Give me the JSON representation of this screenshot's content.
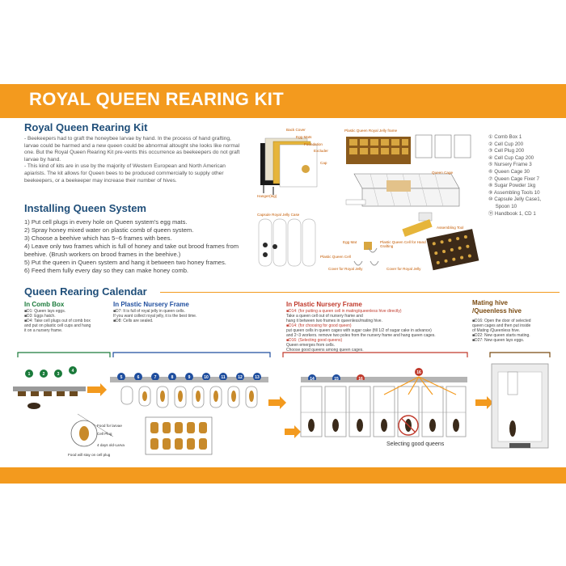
{
  "title": "ROYAL QUEEN REARING KIT",
  "kit": {
    "heading": "Royal Queen Rearing Kit",
    "paragraphs": [
      "- Beekeepers had to graft the honeybee larvae by hand. In the process of hand grafting, larvae could be harmed and a new queen could be abnormal altought she looks like normal one. But the Royal Queen Rearing Kit pre-vents this occurrence as beekeepers do not graft larvae by hand.",
      "- This kind of kits are in use by the majority of Western European and North American apiarists. The kit allows for Queen bees to be produced commercially to supply other beekeepers, or a beekeeper may increase their number of hives."
    ]
  },
  "install": {
    "heading": "Installing Queen System",
    "steps": [
      "1) Put cell plugs in every hole on Queen system's egg mats.",
      "2) Spray honey mixed water on plastic comb of queen system.",
      "3) Choose a beehive which has 5~6 frames with bees.",
      "4) Leave only two frames which is full of honey and take out brood frames from beehive. (Brush workers on brood frames in the beehive.)",
      "5) Put the queen in Queen system and hang it between two honey frames.",
      "6) Feed them fully every day so they can make honey comb."
    ]
  },
  "photo_labels": {
    "back_cover": "Back Cover",
    "egg_mats": "Egg Mats",
    "foundation": "Foundation",
    "excluder": "Excluder",
    "cap": "Cap",
    "hanger": "Hanger(leg)",
    "plastic_queen_frame": "Plastic Queen Royal Jelly frame",
    "queen_cage": "Queen Cage",
    "capsule_case": "Capsule Royal Jelly Case",
    "assembling_tool": "Assembling Tool",
    "egg_mat": "Egg Mat",
    "plastic_queen_cell_grafting": "Plastic Queen Cell for Hand Grafting",
    "plastic_queen_cell": "Plastic Queen Cell",
    "cover_royal_jelly_1": "Cover for Royal Jelly",
    "cover_royal_jelly_2": "Cover for Royal Jelly"
  },
  "components": [
    "① Comb Box 1",
    "② Cell Cup 200",
    "③ Cell Plug 200",
    "④ Cell Cup Cap 200",
    "⑤ Nursery Frame 3",
    "⑥ Queen Cage 30",
    "⑦ Queen Cage Fixer 7",
    "⑧ Sugar Powder 1kg",
    "⑨ Assembling Tools 10",
    "⑩ Capsule Jelly Case1,",
    "     Spoon 10",
    "⑪ Handbook 1, CD 1"
  ],
  "calendar": {
    "heading": "Queen Rearing Calendar",
    "stages": [
      {
        "title": "In Comb Box",
        "notes": [
          "■D1: Queen lays eggs.",
          "■D3: Eggs hatch.",
          "■D4: Take cell plugs out of comb box",
          "  and put on plastic cell cups and hang",
          "  it on a nursery frame."
        ]
      },
      {
        "title": "In Plastic Nursery Frame",
        "notes": [
          "■D7: It is full of royal jelly in queen cells.",
          "  If you want collect royal jelly, it is the best time.",
          "■D8: Cells are sealed."
        ]
      },
      {
        "title": "In Plastic Nursery Frame",
        "notes": [
          {
            "red": "■D14: (for putting a queen cell in mating/queenless hive directly)"
          },
          "  Take a queen cell out of nursery frame and",
          "  hang it between two frames in queenless/mating hive.",
          {
            "red": "■D14: (for choosing for good queen)"
          },
          "  put queen cells in queen cages with sugar cake (fill 1/2 of sugar cake in advance)",
          "  and 2~3 workers. remove two poles from the nursery frame and hang queen cages.",
          {
            "red": "■D16: (Selecting good queens)"
          },
          "  Queen emerges from cells.",
          "  Choose good queens among queen cages."
        ]
      },
      {
        "title": "Mating hive\n/Queenless hive",
        "notes": [
          "■D16: Open the door of selected",
          "  queen cages and then put inside",
          "  of Mating /Queenless hive.",
          "■D22: New queen starts mating.",
          "■D27: New queen lays eggs."
        ]
      }
    ],
    "days_comb": [
      "1",
      "2",
      "3",
      "4"
    ],
    "days_nursery": [
      "5",
      "6",
      "7",
      "8",
      "9",
      "10",
      "11",
      "12",
      "13"
    ],
    "days_second": [
      "14",
      "15",
      "16"
    ],
    "day16": "16",
    "inset": {
      "food": "Food for larvae",
      "plug": "Cell Plug",
      "larva": "4 days old-Larva",
      "note": "Food will stay on cell plug"
    },
    "selecting": "Selecting good queens"
  },
  "colors": {
    "accent": "#f39a1e",
    "heading": "#1f4e79",
    "stage1": "#1a7a3a",
    "stage2": "#1f4e9e",
    "stage3": "#c0392b",
    "stage4": "#7a4a10"
  }
}
